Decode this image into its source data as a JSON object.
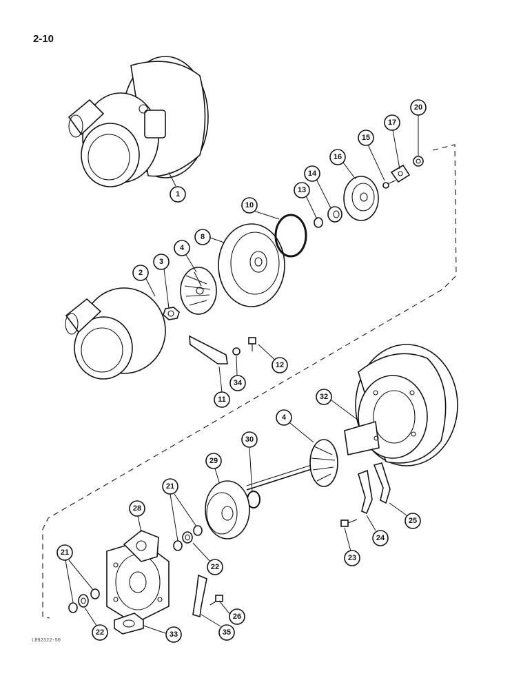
{
  "page_number": "2-10",
  "figure_code": "L892322-50",
  "callouts": [
    {
      "id": "c1",
      "label": "1"
    },
    {
      "id": "c2",
      "label": "2"
    },
    {
      "id": "c3",
      "label": "3"
    },
    {
      "id": "c4a",
      "label": "4"
    },
    {
      "id": "c8",
      "label": "8"
    },
    {
      "id": "c10",
      "label": "10"
    },
    {
      "id": "c13",
      "label": "13"
    },
    {
      "id": "c14",
      "label": "14"
    },
    {
      "id": "c16",
      "label": "16"
    },
    {
      "id": "c15",
      "label": "15"
    },
    {
      "id": "c17",
      "label": "17"
    },
    {
      "id": "c20",
      "label": "20"
    },
    {
      "id": "c12",
      "label": "12"
    },
    {
      "id": "c34",
      "label": "34"
    },
    {
      "id": "c11",
      "label": "11"
    },
    {
      "id": "c32",
      "label": "32"
    },
    {
      "id": "c4b",
      "label": "4"
    },
    {
      "id": "c30",
      "label": "30"
    },
    {
      "id": "c29",
      "label": "29"
    },
    {
      "id": "c21a",
      "label": "21"
    },
    {
      "id": "c28",
      "label": "28"
    },
    {
      "id": "c22a",
      "label": "22"
    },
    {
      "id": "c25",
      "label": "25"
    },
    {
      "id": "c24",
      "label": "24"
    },
    {
      "id": "c23",
      "label": "23"
    },
    {
      "id": "c21b",
      "label": "21"
    },
    {
      "id": "c22b",
      "label": "22"
    },
    {
      "id": "c33",
      "label": "33"
    },
    {
      "id": "c35",
      "label": "35"
    },
    {
      "id": "c26",
      "label": "26"
    }
  ]
}
